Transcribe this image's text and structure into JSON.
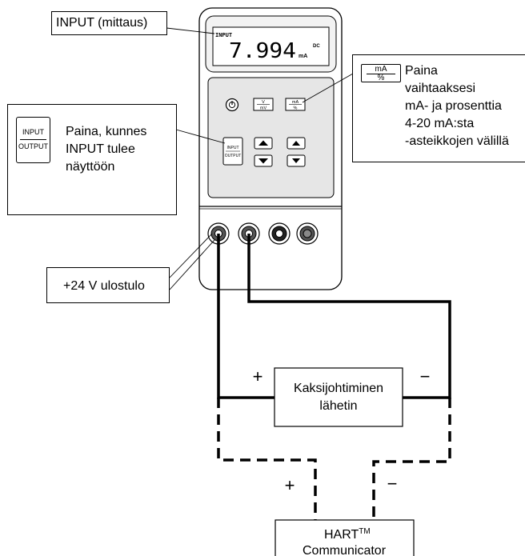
{
  "callouts": {
    "input_measure": "INPUT (mittaus)",
    "press_input_lines": [
      "Paina, kunnes",
      "INPUT tulee",
      "näyttöön"
    ],
    "toggle_lines": [
      "Paina",
      "vaihtaaksesi",
      "mA- ja prosenttia",
      "4-20 mA:sta",
      "-asteikkojen välillä"
    ],
    "output_24v": "+24 V ulostulo"
  },
  "key_icons": {
    "input": "INPUT",
    "output": "OUTPUT",
    "ma": "mA",
    "percent": "%"
  },
  "meter": {
    "display_mode": "INPUT",
    "reading": "7.994",
    "unit": "mA",
    "dc_label": "DC",
    "buttons": {
      "power": "power-icon",
      "v": "V",
      "mv": "mV",
      "ma": "mA",
      "percent": "%",
      "input": "INPUT",
      "output": "OUTPUT",
      "up": "▲",
      "down": "▼"
    }
  },
  "transmitter": {
    "line1": "Kaksijohtiminen",
    "line2": "lähetin",
    "plus": "+",
    "minus": "−"
  },
  "hart": {
    "line1": "HART",
    "tm": "TM",
    "line2": "Communicator",
    "plus": "+",
    "minus": "−"
  },
  "colors": {
    "line": "#000000",
    "meter_body": "#ffffff",
    "panel_gray": "#e6e6e6",
    "jack_dark": "#555555"
  }
}
